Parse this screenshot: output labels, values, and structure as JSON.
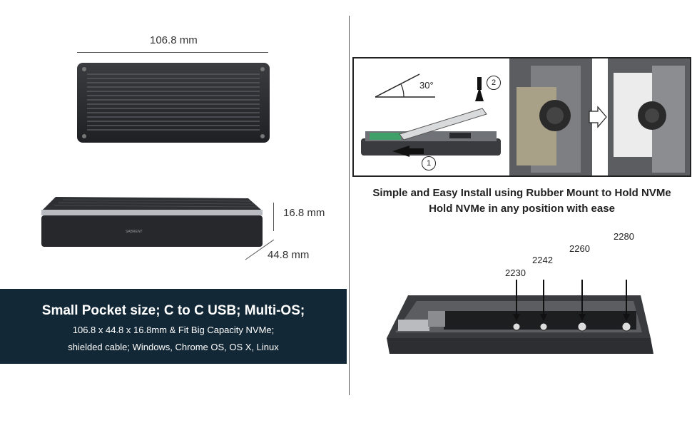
{
  "dimensions": {
    "length": "106.8 mm",
    "height": "16.8 mm",
    "width": "44.8 mm"
  },
  "install": {
    "angle": "30°",
    "step1": "1",
    "step2": "2"
  },
  "caption": {
    "line1": "Simple and Easy Install using Rubber Mount to Hold NVMe",
    "line2": "Hold NVMe in any position with ease"
  },
  "banner": {
    "line1": "Small Pocket size; C  to C USB; Multi-OS;",
    "line2": "106.8 x 44.8 x 16.8mm & Fit Big Capacity NVMe;",
    "line3": "shielded cable; Windows, Chrome OS, OS X, Linux"
  },
  "sizes": [
    "2230",
    "2242",
    "2260",
    "2280"
  ],
  "colors": {
    "banner_bg": "#132836",
    "enclosure": "#2a2c30"
  }
}
